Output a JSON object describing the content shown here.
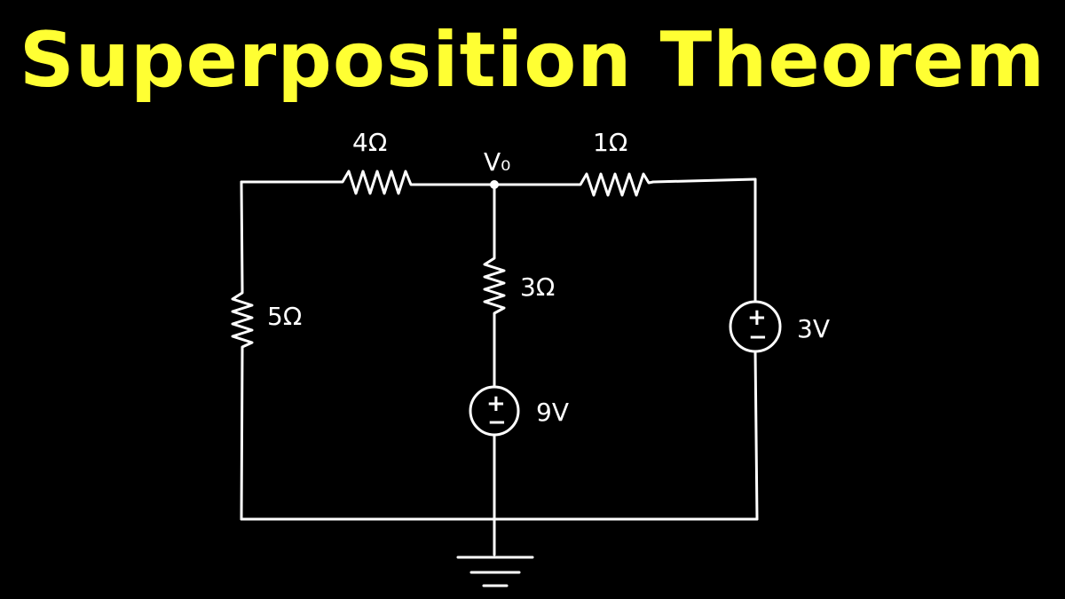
{
  "title": "Superposition Theorem",
  "colors": {
    "background": "#000000",
    "title": "#ffff33",
    "ink": "#ffffff"
  },
  "node": {
    "label": "V₀"
  },
  "components": {
    "r_top_left": {
      "label": "4Ω"
    },
    "r_top_right": {
      "label": "1Ω"
    },
    "r_left": {
      "label": "5Ω"
    },
    "r_middle": {
      "label": "3Ω"
    },
    "source_middle": {
      "label": "9V",
      "plus": "+",
      "minus": "−"
    },
    "source_right": {
      "label": "3V",
      "plus": "+",
      "minus": "−"
    }
  },
  "ground": {
    "icon": "ground-icon"
  }
}
